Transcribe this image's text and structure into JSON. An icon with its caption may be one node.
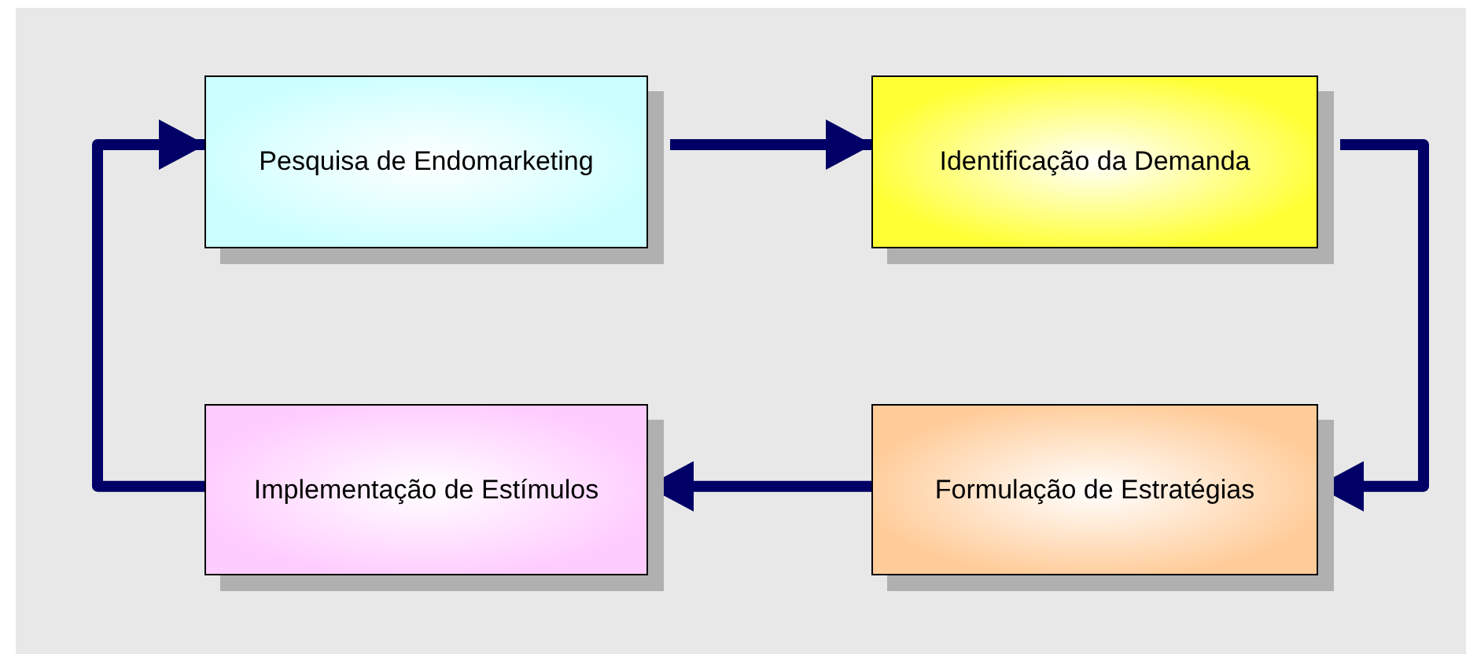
{
  "diagram": {
    "nodes": [
      {
        "text": [
          "Pesquisa de Endomarketing"
        ]
      },
      {
        "text": [
          "Identificação da Demanda"
        ]
      },
      {
        "text": [
          "Formulação de Estratégias"
        ]
      },
      {
        "text": [
          "Implementação de Estímulos"
        ]
      }
    ],
    "edges": [
      {
        "from": 0,
        "to": 1,
        "arrow": "to"
      },
      {
        "from": 1,
        "to": 2,
        "arrow": "to"
      },
      {
        "from": 2,
        "to": 3,
        "arrow": "to"
      },
      {
        "from": 3,
        "to": 0,
        "arrow": "to"
      }
    ]
  }
}
